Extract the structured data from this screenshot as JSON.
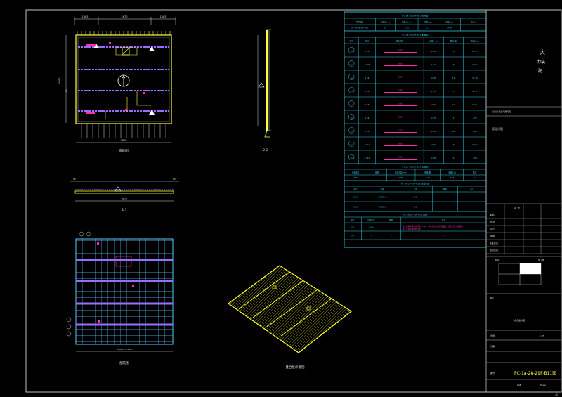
{
  "colors": {
    "background": "#000000",
    "frame": "#bfbfbf",
    "table": "#2ed0e8",
    "rebar": "#ffff40",
    "dimension": "#d8d8d8",
    "rebar_highlight": "#ff2fb0",
    "section_lines": "#9a6cff",
    "grid_mesh": "#59c8ff",
    "isometric": "#ffff30",
    "title_accent": "#ffff40"
  },
  "plan_view": {
    "dim_top": [
      "1465",
      "2670",
      "1465"
    ],
    "dim_left": "3900",
    "dim_bottom": "2670",
    "label": "模板图",
    "section_mark": "1"
  },
  "section_11": {
    "dim_left": "60",
    "dim_right": "60",
    "dim_bottom": "2670",
    "label": "1-1"
  },
  "section_22": {
    "label": "2-2"
  },
  "rebar_plan": {
    "label": "配筋图",
    "dim_bottom": "600x12=7200"
  },
  "iso_view": {
    "label": "叠合板示意图"
  },
  "table_main": {
    "title": "PC-1a-28-29F-B11 构件表",
    "headers": [
      "构件编号",
      "总面积(m²)",
      "混凝土(m³)",
      "钢筋(kg)",
      "重量(kg)",
      "吊装(t)"
    ],
    "row": [
      "PC-1a-28-29F-B11",
      "9.1",
      "2.63",
      "1.5",
      "2478",
      "1"
    ]
  },
  "table_rebar": {
    "title": "PC-1a-28-29F-B11 钢筋表",
    "headers": [
      "编号",
      "直径",
      "钢筋简图",
      "长度(mm)",
      "数量(根)",
      "重量(kg)"
    ],
    "rows": [
      [
        "1a",
        "8 C8",
        "2650",
        "2290",
        "8",
        "25.71"
      ],
      [
        "1b",
        "12 C8",
        "2650",
        "1810",
        "8",
        "29.61"
      ],
      [
        "2a",
        "8 C8",
        "3095",
        "2290",
        "13",
        "17.76"
      ],
      [
        "2b",
        "8 C8",
        "2480",
        "2779",
        "5",
        "34.31"
      ],
      [
        "3a",
        "3 C8",
        "1995",
        "2290",
        "14",
        "12.91"
      ],
      [
        "3b",
        "3 C8",
        "3025",
        "2779",
        "3",
        "6.37"
      ],
      [
        "4a",
        "8 C8",
        "1310",
        "2290",
        "16",
        "9.28"
      ],
      [
        "4b",
        "8 C12",
        "2650",
        "2290",
        "8",
        "12.92"
      ],
      [
        "5a",
        "8 C12",
        "3095",
        "2390",
        "6",
        "9.98"
      ]
    ]
  },
  "table_truss": {
    "title": "PC-1a-28-29F-B11 桁架表",
    "headers": [
      "桁架编号",
      "规格",
      "桁架长度(mm)",
      "数量(根)",
      "重量(kg)",
      "备注"
    ],
    "row": [
      "A80",
      "1",
      "2200",
      "1.25",
      "4.58",
      "3"
    ]
  },
  "table_embed": {
    "title": "PC-1a-28-29F-B11 预埋件表",
    "headers": [
      "编号",
      "规格",
      "长度",
      "数量",
      "备注"
    ],
    "rows": [
      [
        "DH1",
        "WPK2A/B",
        "500",
        "2",
        "—"
      ],
      [
        "DH2",
        "WPK2A/B",
        "300",
        "2",
        "—"
      ]
    ]
  },
  "table_notes": {
    "title": "PC-1a-28-29F-B11 说明",
    "headers": [
      "编号",
      "规格型号",
      "数量",
      "备注"
    ],
    "rows": [
      [
        "DP",
        "4100",
        "1",
        "—"
      ],
      [
        "PD",
        "—",
        "2",
        "—"
      ]
    ],
    "note": "叠合板钢筋保护层厚度15mm，钢筋伸出长度详见图纸；吊点位置详见模板图，安装前清理结合面。"
  },
  "title_block": {
    "company_vertical": [
      "大",
      "力装",
      "配"
    ],
    "project_line": "某某小区住宅楼项目",
    "drawing_type": "深化详图",
    "sign_rows": [
      "审 核",
      "校 对",
      "设 计",
      "制 图",
      "专业负责",
      "项目负责"
    ],
    "sign_head": "会 签",
    "stage_label": "阶段",
    "stage_value": "施工图",
    "drawing_label": "图名",
    "drawing_value": "叠合板详图",
    "scale_label": "比例",
    "scale_value": "1:25",
    "check_label": "日期",
    "drawing_no_label": "图号",
    "drawing_no": "PC-1a-28-29F-B11图",
    "date_label": "版本",
    "date_value": "2022"
  },
  "page_no": "40"
}
